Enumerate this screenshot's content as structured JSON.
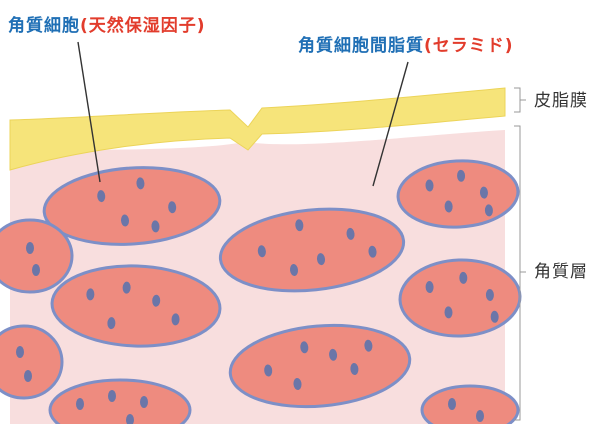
{
  "labels": {
    "cell_label": "角質細胞",
    "cell_label_paren": "(天然保湿因子)",
    "lipid_label": "角質細胞間脂質",
    "lipid_label_paren": "(セラミド)",
    "sebum_layer": "皮脂膜",
    "stratum_corneum": "角質層"
  },
  "colors": {
    "label_blue": "#1f6fb5",
    "label_red": "#e23c2c",
    "sebum_yellow": "#f6e47a",
    "intercellular_pink": "#f8dede",
    "cell_fill": "#ee8b7f",
    "cell_outline": "#7d8fc7",
    "cell_dot": "#6b76a8"
  }
}
